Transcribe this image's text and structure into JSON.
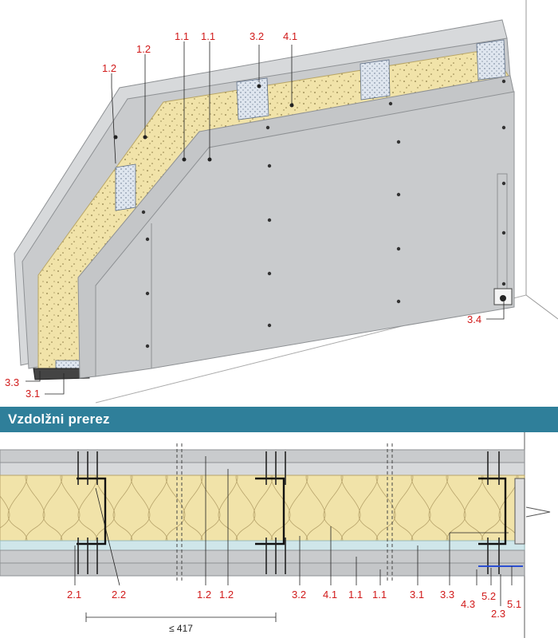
{
  "section_title": "Vzdolžni prerez",
  "top_labels": {
    "l_1_2_a": "1.2",
    "l_1_2_b": "1.2",
    "l_1_1_a": "1.1",
    "l_1_1_b": "1.1",
    "l_3_2": "3.2",
    "l_4_1": "4.1",
    "l_3_3": "3.3",
    "l_3_1": "3.1",
    "l_3_4": "3.4"
  },
  "bottom_labels": {
    "b_2_1": "2.1",
    "b_2_2": "2.2",
    "b_1_2_a": "1.2",
    "b_1_2_b": "1.2",
    "b_3_2": "3.2",
    "b_4_1": "4.1",
    "b_1_1_a": "1.1",
    "b_1_1_b": "1.1",
    "b_3_1": "3.1",
    "b_3_3": "3.3",
    "b_4_3": "4.3",
    "b_5_2": "5.2",
    "b_5_1": "5.1",
    "b_2_3": "2.3"
  },
  "dimension": "≤ 417",
  "colors": {
    "label_red": "#d11a1a",
    "board_grey": "#c9cbcd",
    "board_edge": "#8e9194",
    "insulation": "#f1e3a9",
    "banner": "#2f7f9a",
    "stud_blue": "#dfe6ef"
  }
}
